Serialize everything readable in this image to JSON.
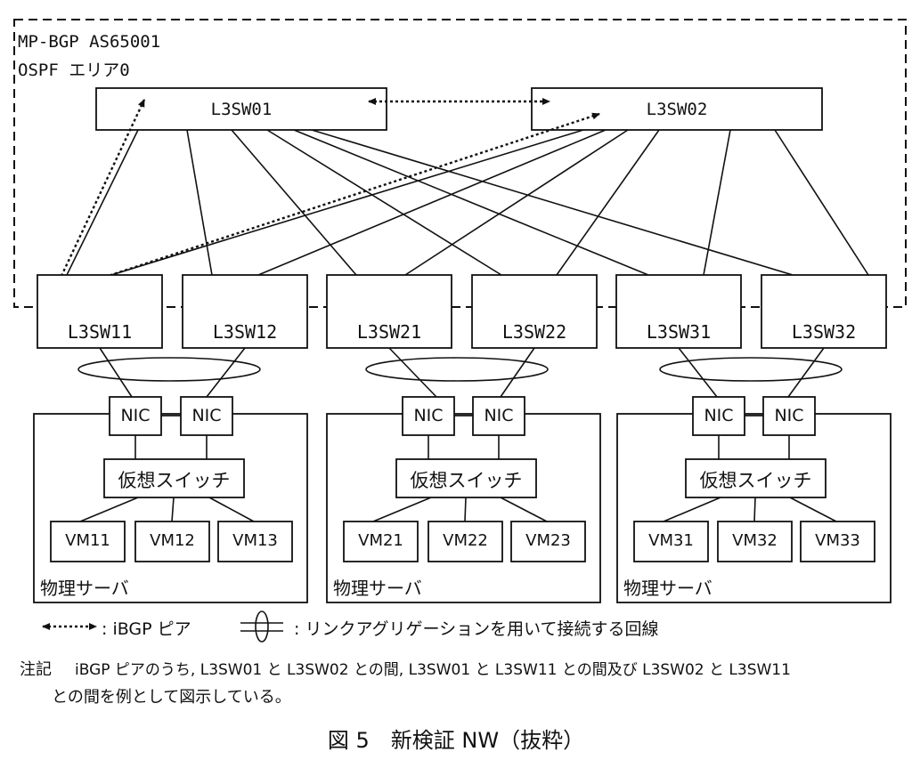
{
  "area_label": {
    "line1": "MP-BGP AS65001",
    "line2": "OSPF エリア0"
  },
  "core_switches": [
    "L3SW01",
    "L3SW02"
  ],
  "leaf_switches": [
    "L3SW11",
    "L3SW12",
    "L3SW21",
    "L3SW22",
    "L3SW31",
    "L3SW32"
  ],
  "servers": [
    {
      "nics": [
        "NIC",
        "NIC"
      ],
      "vswitch": "仮想スイッチ",
      "vms": [
        "VM11",
        "VM12",
        "VM13"
      ],
      "label": "物理サーバ"
    },
    {
      "nics": [
        "NIC",
        "NIC"
      ],
      "vswitch": "仮想スイッチ",
      "vms": [
        "VM21",
        "VM22",
        "VM23"
      ],
      "label": "物理サーバ"
    },
    {
      "nics": [
        "NIC",
        "NIC"
      ],
      "vswitch": "仮想スイッチ",
      "vms": [
        "VM31",
        "VM32",
        "VM33"
      ],
      "label": "物理サーバ"
    }
  ],
  "legend": {
    "ibgp": ": iBGP ピア",
    "lag": ": リンクアグリゲーションを用いて接続する回線"
  },
  "note": {
    "prefix": "注記",
    "line1": "iBGP ピアのうち, L3SW01 と L3SW02 との間, L3SW01 と L3SW11 との間及び L3SW02 と L3SW11",
    "line2": "との間を例として図示している。"
  },
  "caption": "図 5　新検証 NW（抜粋）"
}
